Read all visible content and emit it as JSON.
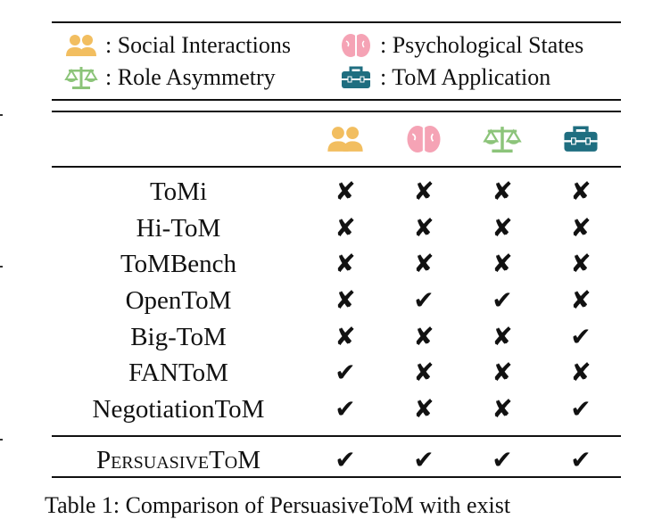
{
  "legend": [
    {
      "icon": "people-icon",
      "color": "#F2BE60",
      "label": ": Social Interactions"
    },
    {
      "icon": "brain-icon",
      "color": "#F5A3B5",
      "label": ": Psychological States"
    },
    {
      "icon": "scale-icon",
      "color": "#8CC47A",
      "label": ": Role Asymmetry"
    },
    {
      "icon": "toolbox-icon",
      "color": "#1F6E80",
      "label": ": ToM Application"
    }
  ],
  "symbols": {
    "check": "✔",
    "cross": "✘"
  },
  "rows": [
    {
      "name": "ToMi",
      "values": [
        false,
        false,
        false,
        false
      ]
    },
    {
      "name": "Hi-ToM",
      "values": [
        false,
        false,
        false,
        false
      ]
    },
    {
      "name": "ToMBench",
      "values": [
        false,
        false,
        false,
        false
      ]
    },
    {
      "name": "OpenToM",
      "values": [
        false,
        true,
        true,
        false
      ]
    },
    {
      "name": "Big-ToM",
      "values": [
        false,
        false,
        false,
        true
      ]
    },
    {
      "name": "FANToM",
      "values": [
        true,
        false,
        false,
        false
      ]
    },
    {
      "name": "NegotiationToM",
      "values": [
        true,
        false,
        false,
        true
      ]
    }
  ],
  "final_row": {
    "name": "PersuasiveToM",
    "values": [
      true,
      true,
      true,
      true
    ]
  },
  "caption": "Table 1: Comparison of PersuasiveToM with exist"
}
